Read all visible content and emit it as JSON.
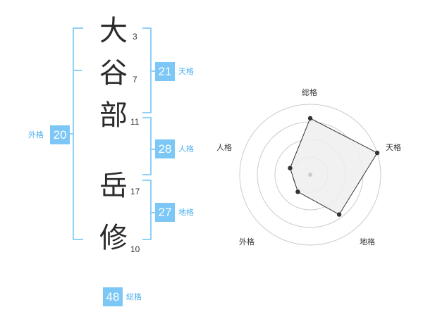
{
  "name": {
    "characters": [
      {
        "char": "大",
        "strokes": "3"
      },
      {
        "char": "谷",
        "strokes": "7"
      },
      {
        "char": "部",
        "strokes": "11"
      },
      {
        "char": "岳",
        "strokes": "17"
      },
      {
        "char": "修",
        "strokes": "10"
      }
    ]
  },
  "kakusu": {
    "tenkaku": {
      "value": "21",
      "label": "天格"
    },
    "jinkaku": {
      "value": "28",
      "label": "人格"
    },
    "chikaku": {
      "value": "27",
      "label": "地格"
    },
    "gaikaku": {
      "value": "20",
      "label": "外格"
    },
    "soukaku": {
      "value": "48",
      "label": "総格"
    }
  },
  "colors": {
    "accent": "#7cc7f5",
    "accent_text": "#4ab0ee",
    "bracket": "#8fd0f7",
    "grid": "#cccccc",
    "fill": "#eeeeee"
  },
  "chart_data": {
    "type": "radar",
    "axes": [
      "総格",
      "天格",
      "地格",
      "外格",
      "人格"
    ],
    "values": [
      0.8,
      1.0,
      0.7,
      0.3,
      0.3
    ],
    "rings": 4
  }
}
